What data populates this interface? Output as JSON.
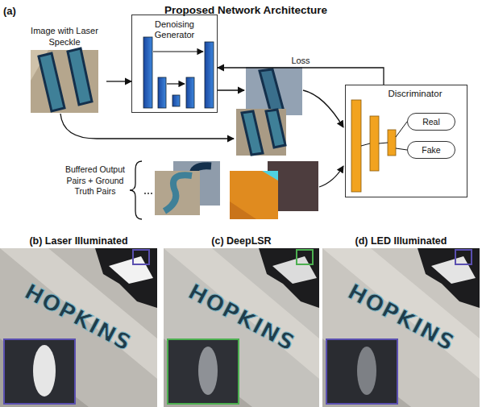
{
  "diagram": {
    "title": "Proposed Network Architecture",
    "nodes": [
      {
        "text": [
          "Image with Laser Speckle"
        ]
      },
      {
        "text": [
          "Denoising Generator"
        ]
      },
      {
        "text": [
          "Discriminator"
        ]
      },
      {
        "text": [
          "Real"
        ],
        "in": 2
      },
      {
        "text": [
          "Fake"
        ],
        "in": 2
      },
      {
        "text": [
          "(b) Laser Illuminated"
        ]
      },
      {
        "text": [
          "(c) DeepLSR"
        ]
      },
      {
        "text": [
          "(d) LED Illuminated"
        ]
      }
    ],
    "edges": [
      {
        "from": 0,
        "to": 1,
        "arrow": "to"
      },
      {
        "from": 2,
        "to": 1,
        "label": "Loss",
        "arrow": "to"
      }
    ],
    "labels": [
      "(a)",
      "Buffered Output Pairs + Ground Truth Pairs",
      "HOPKINS",
      "HOPKINS",
      "HOPKINS"
    ]
  }
}
